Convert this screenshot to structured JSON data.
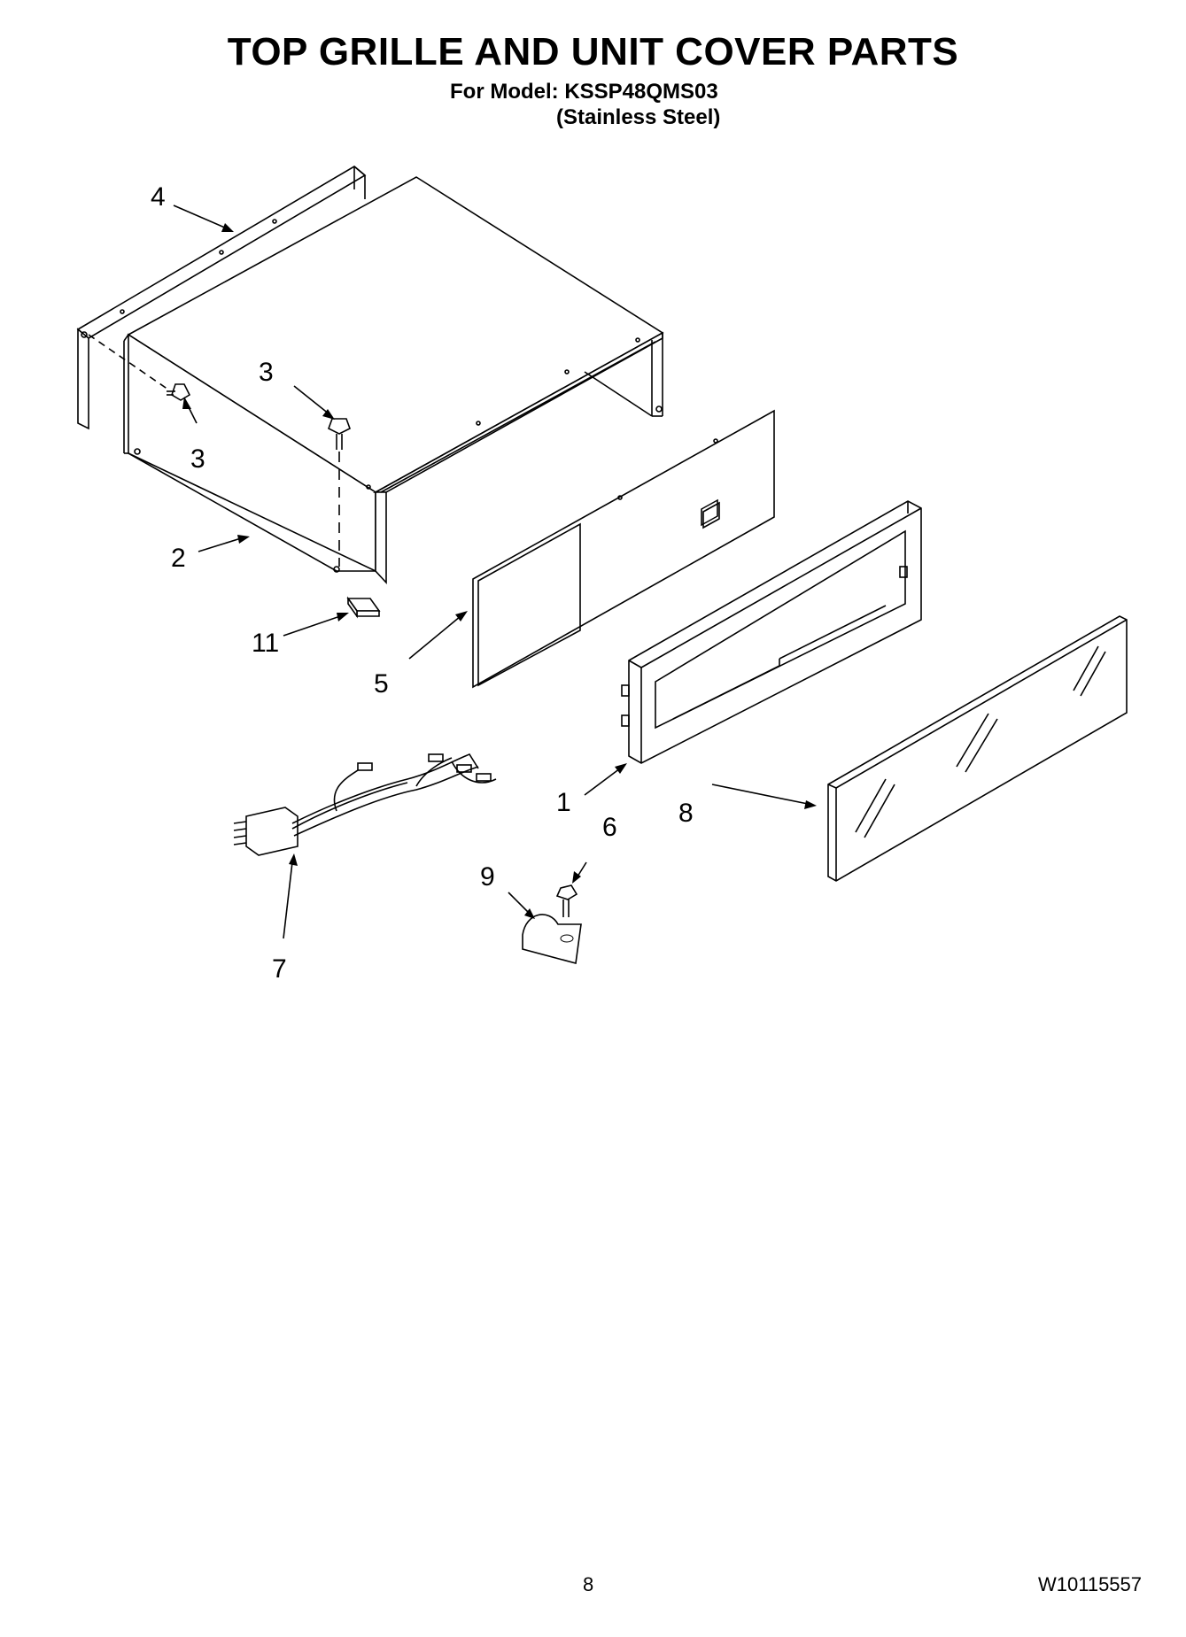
{
  "header": {
    "title": "TOP GRILLE AND UNIT COVER PARTS",
    "model_line": "For Model: KSSP48QMS03",
    "finish_line": "(Stainless Steel)"
  },
  "callouts": {
    "c1": "1",
    "c2": "2",
    "c3a": "3",
    "c3b": "3",
    "c4": "4",
    "c5": "5",
    "c6": "6",
    "c7": "7",
    "c8": "8",
    "c9": "9",
    "c11": "11"
  },
  "footer": {
    "page_number": "8",
    "document_number": "W10115557"
  }
}
